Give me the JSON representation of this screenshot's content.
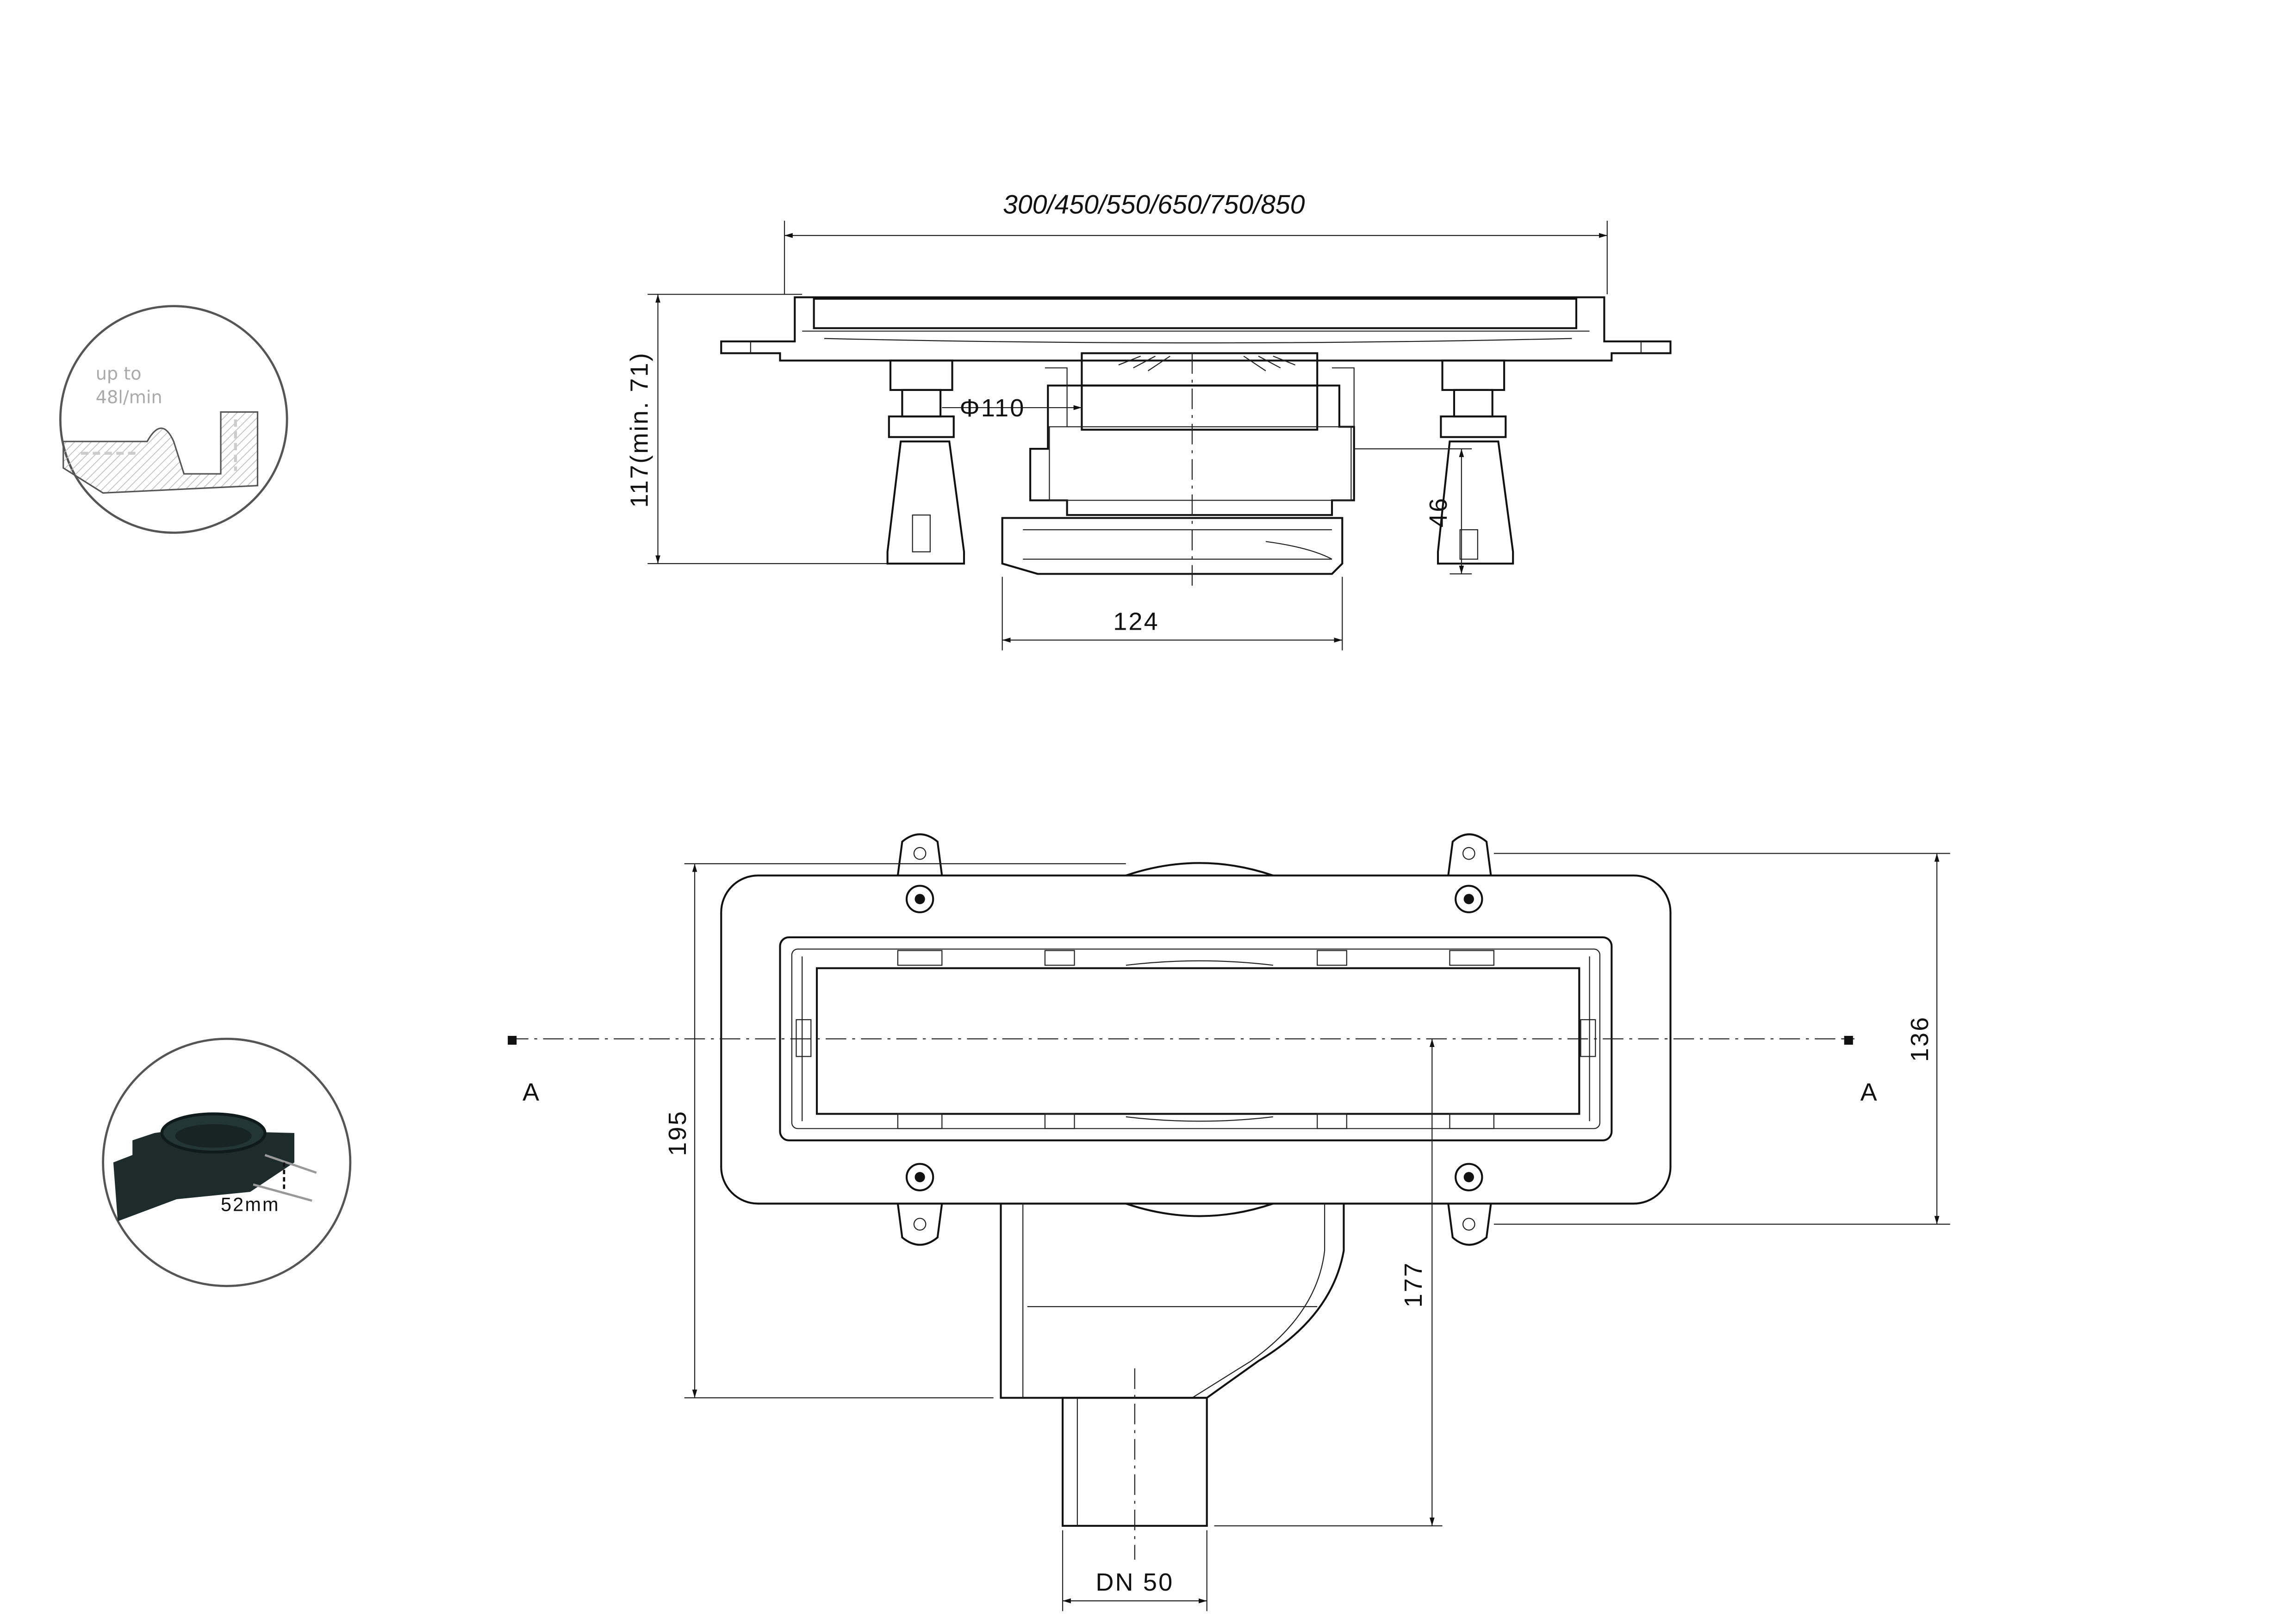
{
  "section_view": {
    "width_label": "300/450/550/650/750/850",
    "height_label": "117(min. 71)",
    "diameter_label": "Φ110",
    "foot_height_label": "46",
    "outlet_width_label": "124"
  },
  "plan_view": {
    "height_label": "195",
    "outlet_depth_label": "177",
    "frame_depth_label": "136",
    "section_marker_left": "A",
    "section_marker_right": "A",
    "pipe_label": "DN 50"
  },
  "insets": {
    "flow": {
      "line1": "up to",
      "line2": "48l/min"
    },
    "seal_height": {
      "label": "52mm"
    }
  },
  "colors": {
    "line": "#111111",
    "inset_gray": "#aaaaaa",
    "product_dark": "#1d2b2b"
  }
}
